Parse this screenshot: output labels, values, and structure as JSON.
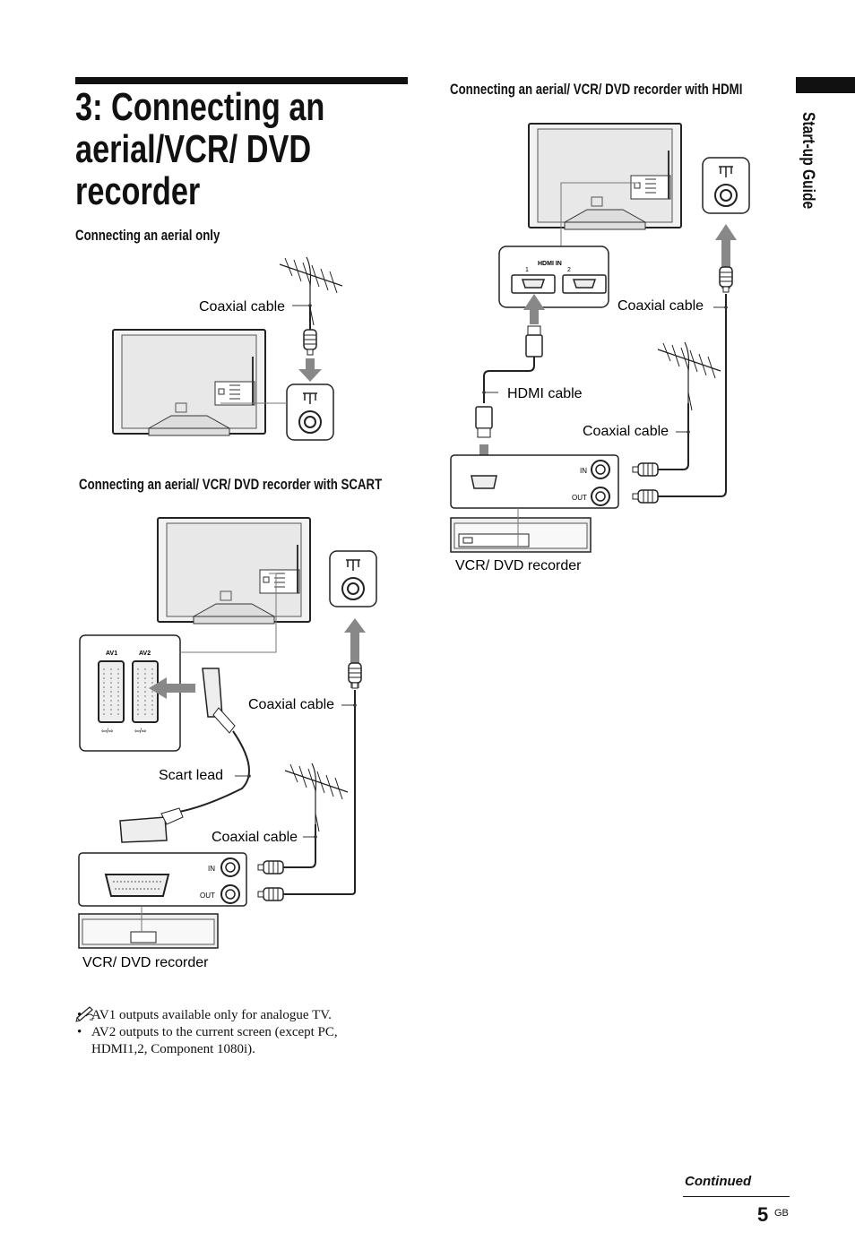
{
  "title": {
    "line1": "3: Connecting an",
    "line2": "aerial/VCR/ DVD",
    "line3": "recorder"
  },
  "sections": {
    "aerial_only": "Connecting an aerial only",
    "scart": "Connecting an aerial/ VCR/ DVD recorder with SCART",
    "hdmi": "Connecting an aerial/ VCR/ DVD recorder with HDMI"
  },
  "labels": {
    "coaxial_cable": "Coaxial cable",
    "hdmi_cable": "HDMI cable",
    "scart_lead": "Scart lead",
    "vcr_dvd_recorder": "VCR/ DVD recorder",
    "av1": "AV1",
    "av2": "AV2",
    "in": "IN",
    "out": "OUT",
    "hdmi_in": "HDMI IN",
    "hdmi_1": "1",
    "hdmi_2": "2"
  },
  "notes": {
    "icon": "pencil-note-icon",
    "items": [
      "AV1 outputs available only for analogue TV.",
      "AV2 outputs to the current screen (except PC, HDMI1,2, Component 1080i)."
    ]
  },
  "side_tab": "Start-up Guide",
  "footer": {
    "continued": "Continued",
    "page_number": "5",
    "page_suffix": "GB"
  }
}
